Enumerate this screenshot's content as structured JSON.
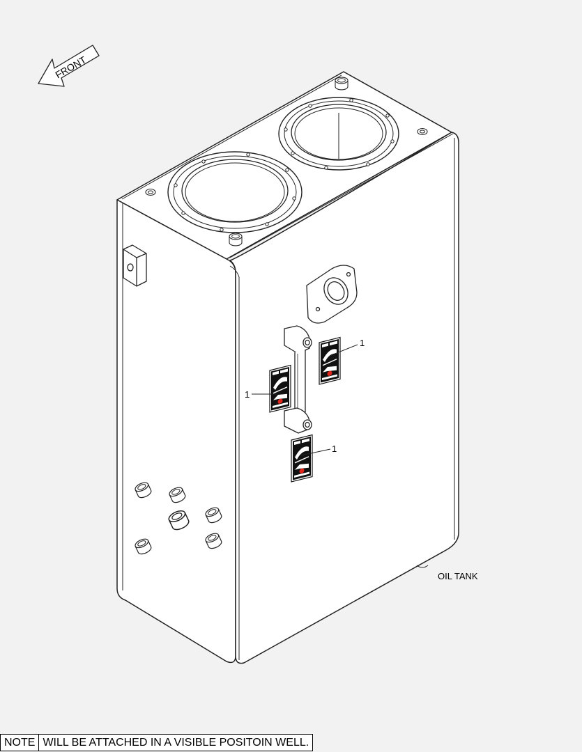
{
  "front_arrow": {
    "label": "FRONT"
  },
  "caption": "OIL TANK",
  "callouts": [
    "1",
    "1",
    "1"
  ],
  "note": {
    "label": "NOTE",
    "text": "WILL BE ATTACHED IN A VISIBLE POSITOIN WELL."
  },
  "colors": {
    "line": "#222222",
    "fill": "#ffffff",
    "background": "#f2f2f2",
    "highlight": "#e0261b",
    "label_black": "#111111"
  }
}
